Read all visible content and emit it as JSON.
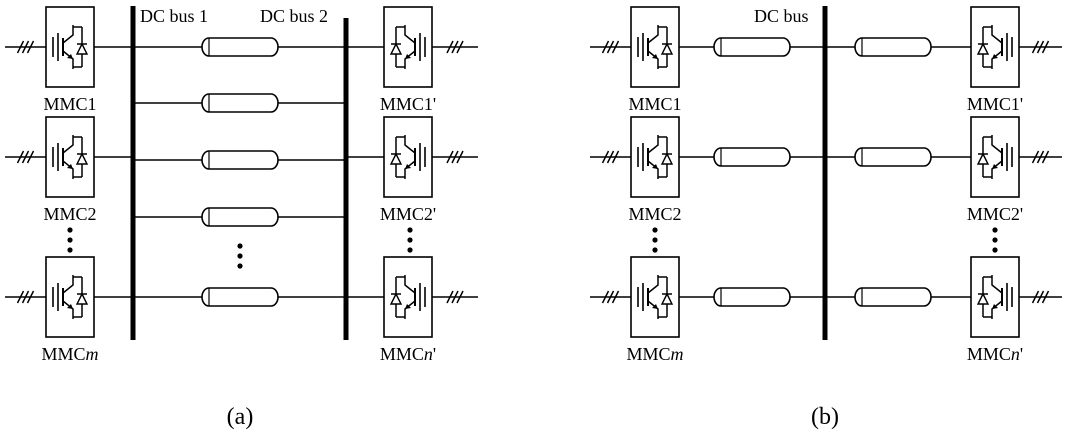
{
  "panel_a": {
    "caption": "(a)",
    "bus1_label": "DC bus 1",
    "bus2_label": "DC bus 2",
    "left_converters": [
      {
        "prefix": "MMC",
        "suffix": "1",
        "italic": false,
        "prime": ""
      },
      {
        "prefix": "MMC",
        "suffix": "2",
        "italic": false,
        "prime": ""
      },
      {
        "prefix": "MMC",
        "suffix": "m",
        "italic": true,
        "prime": ""
      }
    ],
    "right_converters": [
      {
        "prefix": "MMC",
        "suffix": "1",
        "italic": false,
        "prime": "'"
      },
      {
        "prefix": "MMC",
        "suffix": "2",
        "italic": false,
        "prime": "'"
      },
      {
        "prefix": "MMC",
        "suffix": "n",
        "italic": true,
        "prime": "'"
      }
    ]
  },
  "panel_b": {
    "caption": "(b)",
    "bus_label": "DC bus",
    "left_converters": [
      {
        "prefix": "MMC",
        "suffix": "1",
        "italic": false,
        "prime": ""
      },
      {
        "prefix": "MMC",
        "suffix": "2",
        "italic": false,
        "prime": ""
      },
      {
        "prefix": "MMC",
        "suffix": "m",
        "italic": true,
        "prime": ""
      }
    ],
    "right_converters": [
      {
        "prefix": "MMC",
        "suffix": "1",
        "italic": false,
        "prime": "'"
      },
      {
        "prefix": "MMC",
        "suffix": "2",
        "italic": false,
        "prime": "'"
      },
      {
        "prefix": "MMC",
        "suffix": "n",
        "italic": true,
        "prime": "'"
      }
    ]
  }
}
